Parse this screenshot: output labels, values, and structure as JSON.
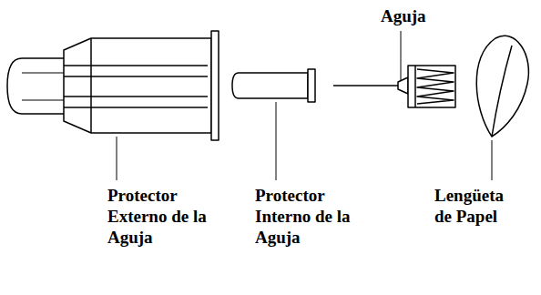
{
  "diagram": {
    "labels": [
      "Aguja",
      "Protector Externo de la Aguja",
      "Protector Interno de la Aguja",
      "Lengüeta de Papel"
    ]
  }
}
